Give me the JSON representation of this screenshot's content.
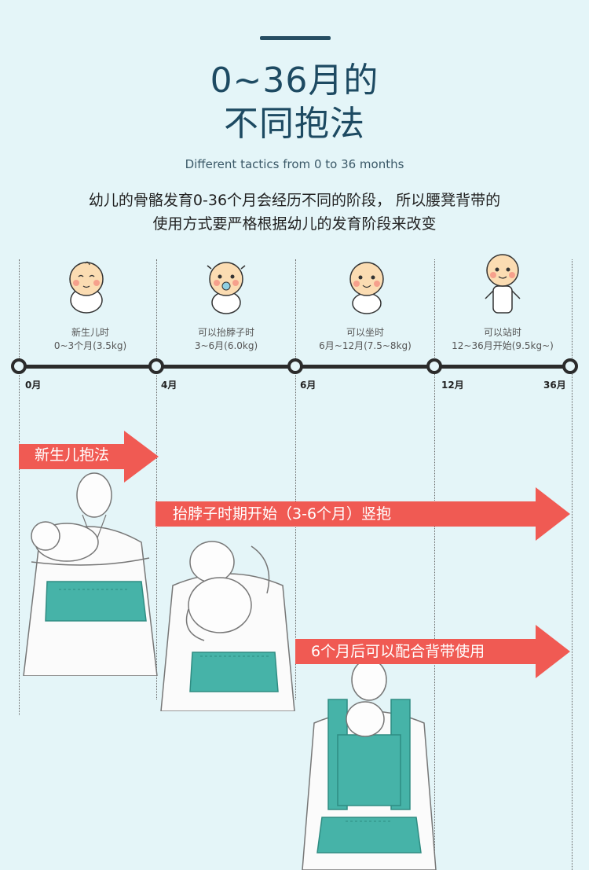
{
  "header": {
    "title_line1": "0~36月的",
    "title_line2": "不同抱法",
    "subtitle": "Different tactics from 0 to 36 months",
    "intro_line1": "幼儿的骨骼发育0-36个月会经历不同的阶段， 所以腰凳背带的",
    "intro_line2": "使用方式要严格根据幼儿的发育阶段来改变"
  },
  "stages": [
    {
      "name": "新生儿时",
      "range": "0~3个月(3.5kg)"
    },
    {
      "name": "可以抬脖子时",
      "range": "3~6月(6.0kg)"
    },
    {
      "name": "可以坐时",
      "range": "6月~12月(7.5~8kg)"
    },
    {
      "name": "可以站时",
      "range": "12~36月开始(9.5kg~)"
    }
  ],
  "timeline": {
    "ticks": [
      "0月",
      "4月",
      "6月",
      "12月",
      "36月"
    ]
  },
  "arrows": [
    {
      "label": "新生儿抱法"
    },
    {
      "label": "抬脖子时期开始（3-6个月）竖抱"
    },
    {
      "label": "6个月后可以配合背带使用"
    }
  ],
  "colors": {
    "background": "#e4f5f8",
    "title": "#1d4a62",
    "arrow": "#f05a53",
    "carrier": "#46b3a8",
    "timeline": "#2b2b2b",
    "baby_skin": "#fbdcb2"
  }
}
